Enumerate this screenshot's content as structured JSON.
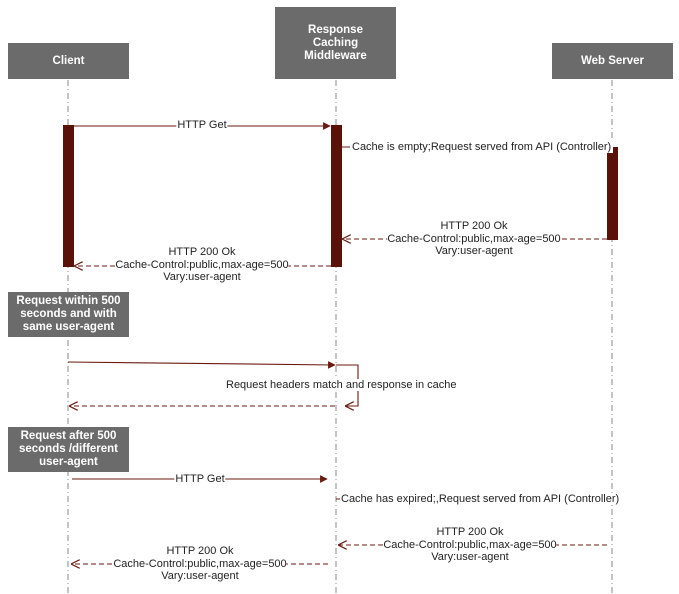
{
  "participants": {
    "client": "Client",
    "middleware": [
      "Response",
      "Caching",
      "Middleware"
    ],
    "server": "Web Server"
  },
  "notes": {
    "within": [
      "Request within 500",
      "seconds and with",
      "same user-agent"
    ],
    "after": [
      "Request after 500",
      "seconds /different",
      "user-agent"
    ]
  },
  "messages": {
    "m1": "HTTP Get",
    "m2": "Cache is empty;Request served from API (Controller)",
    "m3": [
      "HTTP 200 Ok",
      "Cache-Control:public,max-age=500",
      "Vary:user-agent"
    ],
    "m4": [
      "HTTP 200 Ok",
      "Cache-Control:public,max-age=500",
      "Vary:user-agent"
    ],
    "m5": "Request headers match and response in cache",
    "m6": "HTTP Get",
    "m7": "Cache has expired;,Request served from API (Controller)",
    "m8": [
      "HTTP 200 Ok",
      "Cache-Control:public,max-age=500",
      "Vary:user-agent"
    ],
    "m9": [
      "HTTP 200 Ok",
      "Cache-Control:public,max-age=500",
      "Vary:user-agent"
    ]
  },
  "colors": {
    "header_box": "#6b6b6b",
    "activation": "#5a1208",
    "arrow": "#6b1a10",
    "lifeline": "#888888"
  }
}
